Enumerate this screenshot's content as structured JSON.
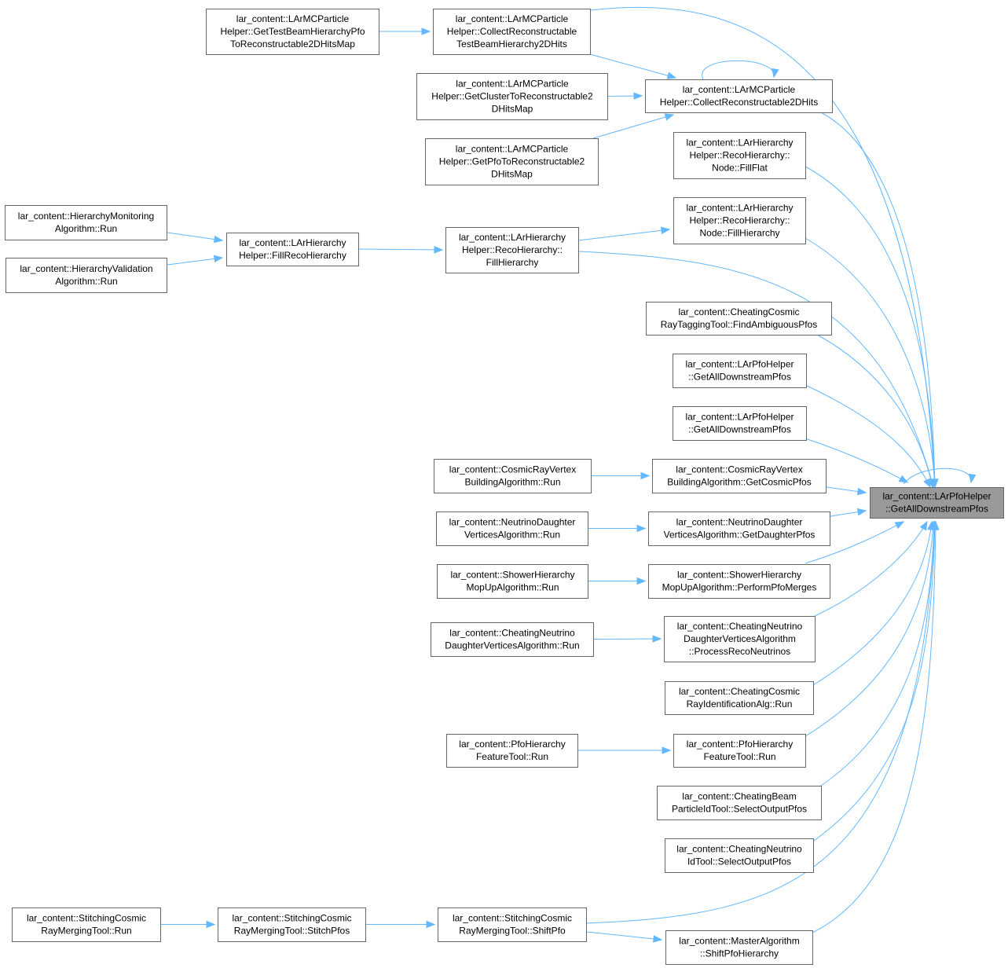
{
  "nodes": [
    {
      "id": "target",
      "lines": [
        "lar_content::LArPfoHelper",
        "::GetAllDownstreamPfos"
      ],
      "highlighted": true
    },
    {
      "id": "getTestBeamMap",
      "lines": [
        "lar_content::LArMCParticle",
        "Helper::GetTestBeamHierarchyPfo",
        "ToReconstructable2DHitsMap"
      ]
    },
    {
      "id": "collectTestBeam",
      "lines": [
        "lar_content::LArMCParticle",
        "Helper::CollectReconstructable",
        "TestBeamHierarchy2DHits"
      ]
    },
    {
      "id": "getClusterMap",
      "lines": [
        "lar_content::LArMCParticle",
        "Helper::GetClusterToReconstructable2",
        "DHitsMap"
      ]
    },
    {
      "id": "collectRecon",
      "lines": [
        "lar_content::LArMCParticle",
        "Helper::CollectReconstructable2DHits"
      ]
    },
    {
      "id": "getPfoMap",
      "lines": [
        "lar_content::LArMCParticle",
        "Helper::GetPfoToReconstructable2",
        "DHitsMap"
      ]
    },
    {
      "id": "fillFlat",
      "lines": [
        "lar_content::LArHierarchy",
        "Helper::RecoHierarchy::",
        "Node::FillFlat"
      ]
    },
    {
      "id": "nodeFillHier",
      "lines": [
        "lar_content::LArHierarchy",
        "Helper::RecoHierarchy::",
        "Node::FillHierarchy"
      ]
    },
    {
      "id": "hierMonRun",
      "lines": [
        "lar_content::HierarchyMonitoring",
        "Algorithm::Run"
      ]
    },
    {
      "id": "fillRecoHier",
      "lines": [
        "lar_content::LArHierarchy",
        "Helper::FillRecoHierarchy"
      ]
    },
    {
      "id": "recoFillHier",
      "lines": [
        "lar_content::LArHierarchy",
        "Helper::RecoHierarchy::",
        "FillHierarchy"
      ]
    },
    {
      "id": "hierValRun",
      "lines": [
        "lar_content::HierarchyValidation",
        "Algorithm::Run"
      ]
    },
    {
      "id": "findAmbig",
      "lines": [
        "lar_content::CheatingCosmic",
        "RayTaggingTool::FindAmbiguousPfos"
      ]
    },
    {
      "id": "getAllDS1",
      "lines": [
        "lar_content::LArPfoHelper",
        "::GetAllDownstreamPfos"
      ]
    },
    {
      "id": "getAllDS2",
      "lines": [
        "lar_content::LArPfoHelper",
        "::GetAllDownstreamPfos"
      ]
    },
    {
      "id": "crvbRun",
      "lines": [
        "lar_content::CosmicRayVertex",
        "BuildingAlgorithm::Run"
      ]
    },
    {
      "id": "crvbGet",
      "lines": [
        "lar_content::CosmicRayVertex",
        "BuildingAlgorithm::GetCosmicPfos"
      ]
    },
    {
      "id": "ndvRun",
      "lines": [
        "lar_content::NeutrinoDaughter",
        "VerticesAlgorithm::Run"
      ]
    },
    {
      "id": "ndvGet",
      "lines": [
        "lar_content::NeutrinoDaughter",
        "VerticesAlgorithm::GetDaughterPfos"
      ]
    },
    {
      "id": "shmRun",
      "lines": [
        "lar_content::ShowerHierarchy",
        "MopUpAlgorithm::Run"
      ]
    },
    {
      "id": "shmPerform",
      "lines": [
        "lar_content::ShowerHierarchy",
        "MopUpAlgorithm::PerformPfoMerges"
      ]
    },
    {
      "id": "cndvRun",
      "lines": [
        "lar_content::CheatingNeutrino",
        "DaughterVerticesAlgorithm::Run"
      ]
    },
    {
      "id": "cndvProcess",
      "lines": [
        "lar_content::CheatingNeutrino",
        "DaughterVerticesAlgorithm",
        "::ProcessRecoNeutrinos"
      ]
    },
    {
      "id": "ccriRun",
      "lines": [
        "lar_content::CheatingCosmic",
        "RayIdentificationAlg::Run"
      ]
    },
    {
      "id": "phfRun",
      "lines": [
        "lar_content::PfoHierarchy",
        "FeatureTool::Run"
      ]
    },
    {
      "id": "phfRun2",
      "lines": [
        "lar_content::PfoHierarchy",
        "FeatureTool::Run"
      ]
    },
    {
      "id": "cbpSelect",
      "lines": [
        "lar_content::CheatingBeam",
        "ParticleIdTool::SelectOutputPfos"
      ]
    },
    {
      "id": "cnidSelect",
      "lines": [
        "lar_content::CheatingNeutrino",
        "IdTool::SelectOutputPfos"
      ]
    },
    {
      "id": "scmRun",
      "lines": [
        "lar_content::StitchingCosmic",
        "RayMergingTool::Run"
      ]
    },
    {
      "id": "scmStitch",
      "lines": [
        "lar_content::StitchingCosmic",
        "RayMergingTool::StitchPfos"
      ]
    },
    {
      "id": "scmShift",
      "lines": [
        "lar_content::StitchingCosmic",
        "RayMergingTool::ShiftPfo"
      ]
    },
    {
      "id": "masterShift",
      "lines": [
        "lar_content::MasterAlgorithm",
        "::ShiftPfoHierarchy"
      ]
    }
  ],
  "edges": [
    {
      "from": "getTestBeamMap",
      "to": "collectTestBeam"
    },
    {
      "from": "collectTestBeam",
      "to": "target"
    },
    {
      "from": "collectTestBeam",
      "to": "collectRecon"
    },
    {
      "from": "getClusterMap",
      "to": "collectRecon"
    },
    {
      "from": "getPfoMap",
      "to": "collectRecon"
    },
    {
      "from": "collectRecon",
      "to": "collectRecon"
    },
    {
      "from": "collectRecon",
      "to": "target"
    },
    {
      "from": "fillFlat",
      "to": "target"
    },
    {
      "from": "hierMonRun",
      "to": "fillRecoHier"
    },
    {
      "from": "hierValRun",
      "to": "fillRecoHier"
    },
    {
      "from": "fillRecoHier",
      "to": "recoFillHier"
    },
    {
      "from": "recoFillHier",
      "to": "nodeFillHier"
    },
    {
      "from": "recoFillHier",
      "to": "target"
    },
    {
      "from": "nodeFillHier",
      "to": "target"
    },
    {
      "from": "findAmbig",
      "to": "target"
    },
    {
      "from": "getAllDS1",
      "to": "target"
    },
    {
      "from": "getAllDS2",
      "to": "target"
    },
    {
      "from": "crvbRun",
      "to": "crvbGet"
    },
    {
      "from": "crvbGet",
      "to": "target"
    },
    {
      "from": "ndvRun",
      "to": "ndvGet"
    },
    {
      "from": "ndvGet",
      "to": "target"
    },
    {
      "from": "shmRun",
      "to": "shmPerform"
    },
    {
      "from": "shmPerform",
      "to": "target"
    },
    {
      "from": "cndvRun",
      "to": "cndvProcess"
    },
    {
      "from": "cndvProcess",
      "to": "target"
    },
    {
      "from": "ccriRun",
      "to": "target"
    },
    {
      "from": "phfRun",
      "to": "phfRun2"
    },
    {
      "from": "phfRun2",
      "to": "target"
    },
    {
      "from": "cbpSelect",
      "to": "target"
    },
    {
      "from": "cnidSelect",
      "to": "target"
    },
    {
      "from": "scmRun",
      "to": "scmStitch"
    },
    {
      "from": "scmStitch",
      "to": "scmShift"
    },
    {
      "from": "scmShift",
      "to": "target"
    },
    {
      "from": "scmShift",
      "to": "masterShift"
    },
    {
      "from": "masterShift",
      "to": "target"
    },
    {
      "from": "target",
      "to": "target"
    }
  ],
  "colors": {
    "edge": "#63b8ff",
    "border": "#666666",
    "highlight_fill": "#999999",
    "node_fill": "#ffffff"
  }
}
